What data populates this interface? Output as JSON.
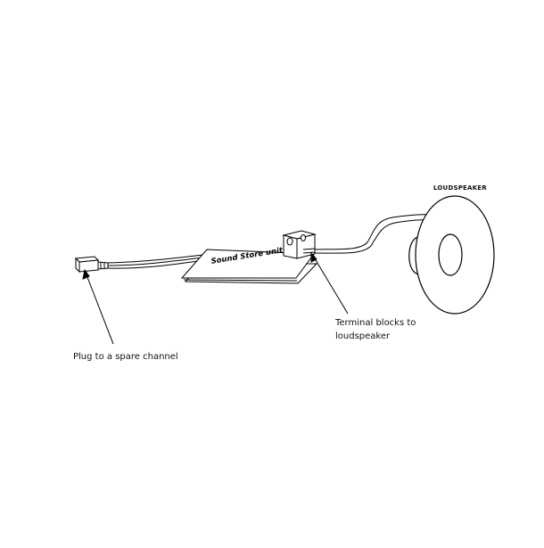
{
  "labels": {
    "loudspeaker": "LOUDSPEAKER",
    "plug": "Plug to a spare channel",
    "terminal_line1": "Terminal blocks to",
    "terminal_line2": "loudspeaker",
    "board": "Sound Store unit"
  },
  "colors": {
    "stroke": "#000000",
    "fill": "#ffffff",
    "text": "#111111"
  }
}
